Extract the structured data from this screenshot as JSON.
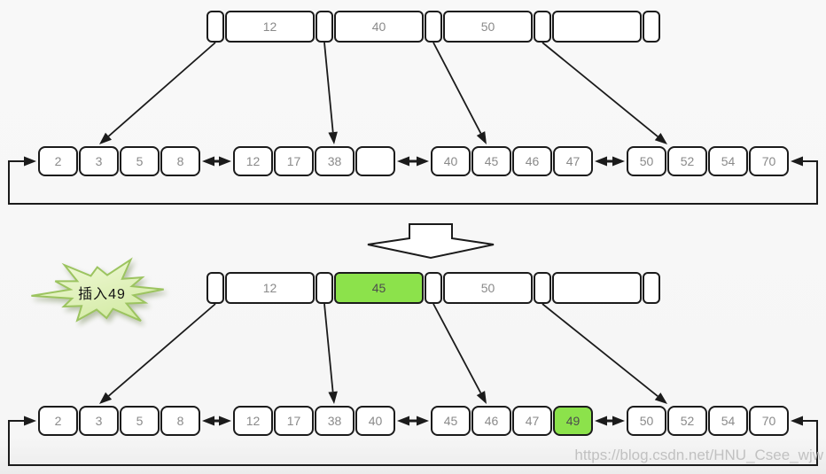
{
  "page": {
    "watermark": "https://blog.csdn.net/HNU_Csee_wjw"
  },
  "colors": {
    "background": "#f6f6f6",
    "cell_border": "#1b1b1b",
    "cell_fill": "#ffffff",
    "key_text": "#8a8a8a",
    "arrow": "#1b1b1b",
    "highlight_fill": "#8ce24b",
    "highlight_text": "#4d4d4d",
    "burst_fill_light": "#f3fadc",
    "burst_fill_dark": "#d4eba6",
    "burst_stroke": "#9cc460",
    "watermark_text": "#bababa"
  },
  "badge": {
    "label": "插入49"
  },
  "tree_before": {
    "name": "before-insertion",
    "root_keys": [
      "12",
      "40",
      "50",
      ""
    ],
    "root_highlight_index": -1,
    "leaves": [
      {
        "cells": [
          "2",
          "3",
          "5",
          "8"
        ],
        "highlight_index": -1
      },
      {
        "cells": [
          "12",
          "17",
          "38",
          ""
        ],
        "highlight_index": -1
      },
      {
        "cells": [
          "40",
          "45",
          "46",
          "47"
        ],
        "highlight_index": -1
      },
      {
        "cells": [
          "50",
          "52",
          "54",
          "70"
        ],
        "highlight_index": -1
      }
    ]
  },
  "tree_after": {
    "name": "after-insertion",
    "root_keys": [
      "12",
      "45",
      "50",
      ""
    ],
    "root_highlight_index": 1,
    "leaves": [
      {
        "cells": [
          "2",
          "3",
          "5",
          "8"
        ],
        "highlight_index": -1
      },
      {
        "cells": [
          "12",
          "17",
          "38",
          "40"
        ],
        "highlight_index": -1
      },
      {
        "cells": [
          "45",
          "46",
          "47",
          "49"
        ],
        "highlight_index": 3
      },
      {
        "cells": [
          "50",
          "52",
          "54",
          "70"
        ],
        "highlight_index": -1
      }
    ]
  }
}
